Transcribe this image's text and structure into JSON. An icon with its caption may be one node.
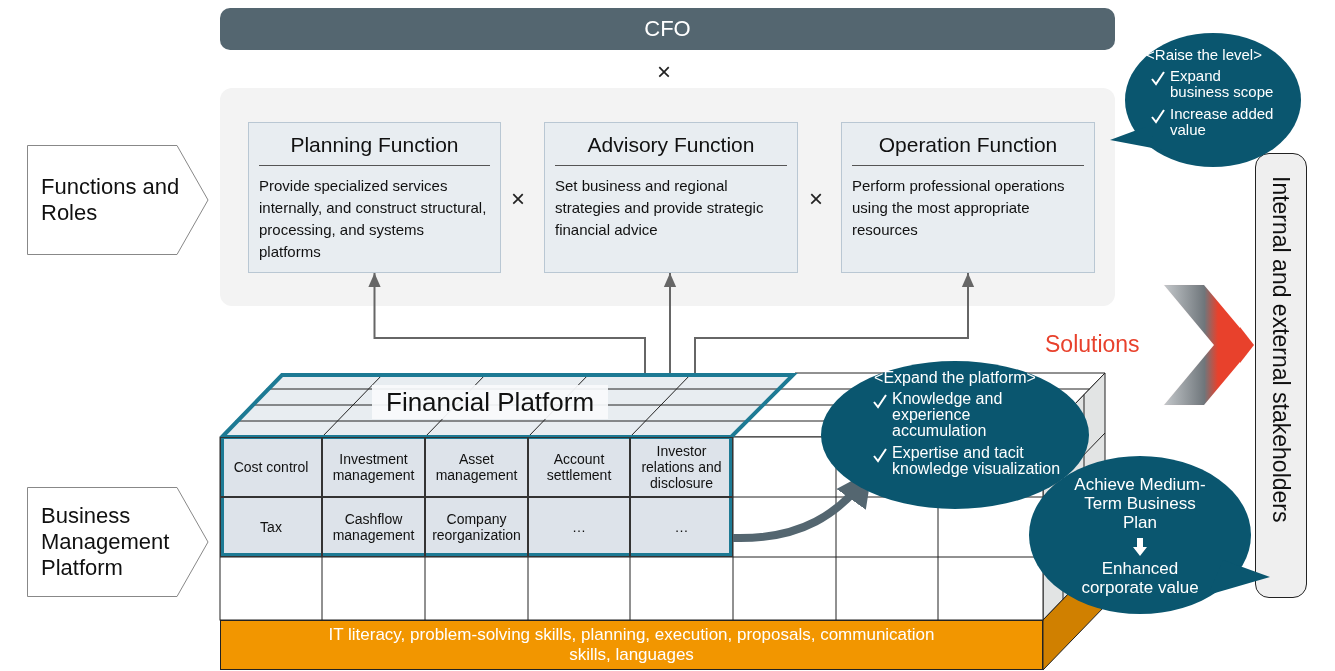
{
  "diagram": {
    "nodes": [
      {
        "text": [
          "CFO"
        ]
      },
      {
        "text": [],
        "shape": "box"
      },
      {
        "text": [
          "Planning Function",
          "Provide specialized services internally, and construct structural, processing, and systems platforms"
        ],
        "in": 1
      },
      {
        "text": [
          "Advisory Function",
          "Set business and regional strategies and provide strategic financial advice"
        ],
        "in": 1
      },
      {
        "text": [
          "Operation Function",
          "Perform professional operations using the most appropriate resources"
        ],
        "in": 1
      },
      {
        "text": [
          "<Raise the level>",
          "Expand business scope",
          "Increase added value"
        ]
      },
      {
        "text": [
          "Functions and Roles"
        ]
      },
      {
        "text": [
          "Business Management Platform"
        ]
      },
      {
        "text": [
          "Financial Platform"
        ]
      },
      {
        "text": [
          "Cost control"
        ],
        "in": 8
      },
      {
        "text": [
          "Investment management"
        ],
        "in": 8
      },
      {
        "text": [
          "Asset management"
        ],
        "in": 8
      },
      {
        "text": [
          "Account settlement"
        ],
        "in": 8
      },
      {
        "text": [
          "Investor relations and disclosure"
        ],
        "in": 8
      },
      {
        "text": [
          "Tax"
        ],
        "in": 8
      },
      {
        "text": [
          "Cashflow management"
        ],
        "in": 8
      },
      {
        "text": [
          "Company reorganization"
        ],
        "in": 8
      },
      {
        "text": [
          "…"
        ],
        "in": 8
      },
      {
        "text": [
          "…"
        ],
        "in": 8
      },
      {
        "text": [
          "<Expand the platform>",
          "Knowledge and experience accumulation",
          "Expertise and tacit knowledge visualization"
        ]
      },
      {
        "text": [
          "Achieve Medium-Term Business Plan",
          "Enhanced corporate value"
        ]
      },
      {
        "text": [
          "Internal and external stakeholders"
        ]
      },
      {
        "text": [
          "IT literacy, problem-solving skills, planning, execution, proposals, communication skills, languages"
        ]
      }
    ],
    "edges": [
      {
        "from": 8,
        "to": 2,
        "arrow": "to"
      },
      {
        "from": 8,
        "to": 3,
        "arrow": "to"
      },
      {
        "from": 8,
        "to": 4,
        "arrow": "to"
      },
      {
        "from": 18,
        "to": 19,
        "arrow": "to",
        "style": "thick",
        "color": "#546670"
      },
      {
        "from": null,
        "to": 21,
        "arrow": "to",
        "label": "Solutions",
        "color": "#e8412c"
      }
    ],
    "labels": [
      "×",
      "×",
      "×"
    ]
  }
}
